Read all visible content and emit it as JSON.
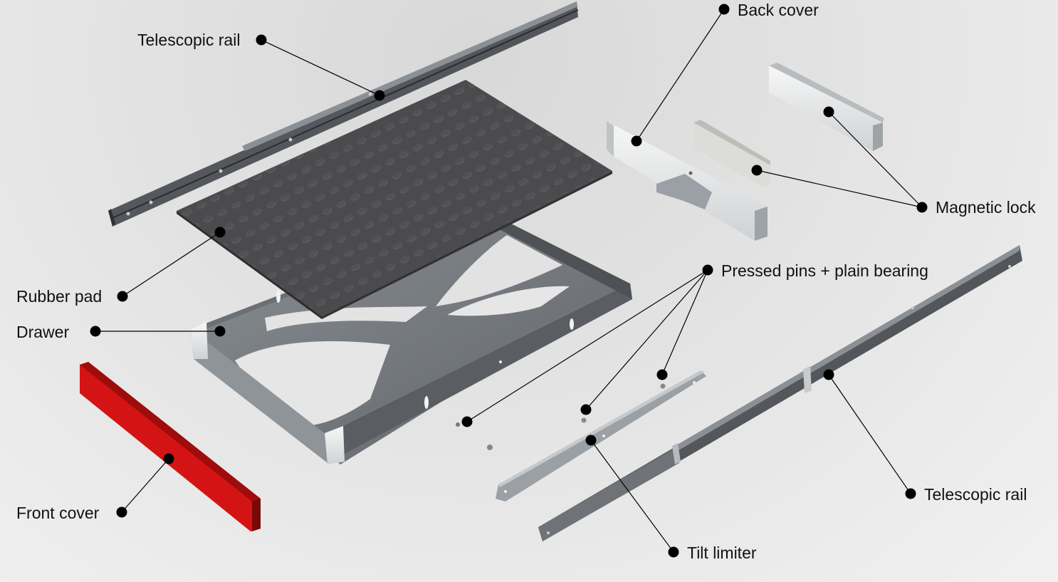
{
  "labels": {
    "telescopic_rail_top": "Telescopic rail",
    "back_cover": "Back cover",
    "magnetic_lock": "Magnetic lock",
    "rubber_pad": "Rubber pad",
    "drawer": "Drawer",
    "pressed_pins": "Pressed pins + plain bearing",
    "front_cover": "Front cover",
    "telescopic_rail_bottom": "Telescopic rail",
    "tilt_limiter": "Tilt limiter"
  },
  "colors": {
    "front_cover": "#d41414",
    "rubber_pad": "#4b4b4d",
    "metal": "#7d8287",
    "leader": "#000000"
  }
}
